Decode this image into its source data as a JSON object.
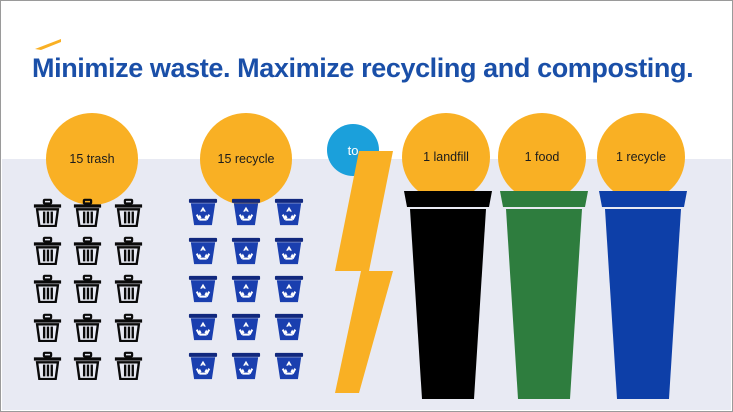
{
  "slide": {
    "title": "Minimize waste. Maximize recycling and composting.",
    "accent_mark": "swoosh-accent",
    "background_color": "#e8eaf3",
    "title_color": "#1a4fa8"
  },
  "colors": {
    "orange": "#f9b024",
    "cyan": "#1ba0db",
    "trash_black": "#0a0a0a",
    "recycle_blue": "#1a3faf",
    "landfill_bin": "#000000",
    "food_bin": "#2e7d3e",
    "recycle_bin": "#0d3fa8",
    "band": "#e8eaf3"
  },
  "left_group": {
    "trash": {
      "label": "15 trash",
      "count": 15,
      "rows": 5,
      "columns": 3,
      "icon": "trash-can-icon"
    },
    "recycle": {
      "label": "15 recycle",
      "count": 15,
      "rows": 5,
      "columns": 3,
      "icon": "recycle-bin-icon"
    }
  },
  "connector": {
    "label": "to",
    "icon": "chevron-arrow-icon"
  },
  "right_group": {
    "bins": [
      {
        "label": "1 landfill",
        "count": 1,
        "color": "#000000",
        "icon": "landfill-bin-icon"
      },
      {
        "label": "1 food",
        "count": 1,
        "color": "#2e7d3e",
        "icon": "food-bin-icon"
      },
      {
        "label": "1 recycle",
        "count": 1,
        "color": "#0d3fa8",
        "icon": "recycle-cart-icon"
      }
    ]
  }
}
